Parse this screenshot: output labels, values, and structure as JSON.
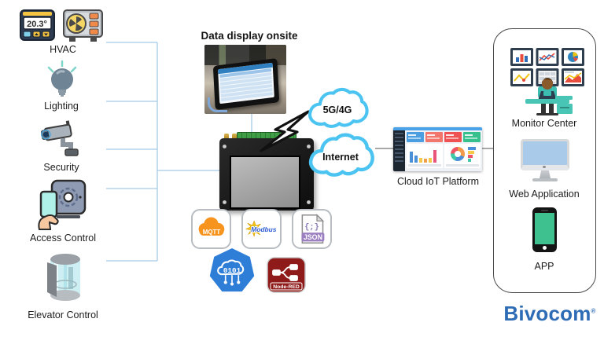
{
  "left": {
    "thermostat_reading": "20.3°",
    "items": [
      {
        "label": "HVAC"
      },
      {
        "label": "Lighting"
      },
      {
        "label": "Security"
      },
      {
        "label": "Access Control"
      },
      {
        "label": "Elevator Control"
      }
    ]
  },
  "center": {
    "photo_title": "Data display onsite"
  },
  "network": {
    "clouds": [
      {
        "label": "5G/4G"
      },
      {
        "label": "Internet"
      }
    ]
  },
  "platform": {
    "label": "Cloud IoT Platform"
  },
  "protocols": {
    "mqtt": "MQTT",
    "modbus": "Modbus",
    "json_glyph": "{;}",
    "json": "JSON",
    "cloud_code": "0101",
    "nodered": "Node-RED"
  },
  "right": {
    "items": [
      {
        "label": "Monitor Center"
      },
      {
        "label": "Web Application"
      },
      {
        "label": "APP"
      }
    ]
  },
  "brand": {
    "name": "Bivocom",
    "mark": "®"
  },
  "colors": {
    "connector_blue": "#a5cbe7",
    "connector_gray": "#8c8c8c",
    "cloud_stroke": "#4cc4f2",
    "mqtt_orange": "#f7941e",
    "nodered_red": "#8f1a1a",
    "json_purple": "#9b7fc0",
    "heptagon_blue": "#2e7ed8",
    "brand_blue": "#2e6cb5"
  }
}
